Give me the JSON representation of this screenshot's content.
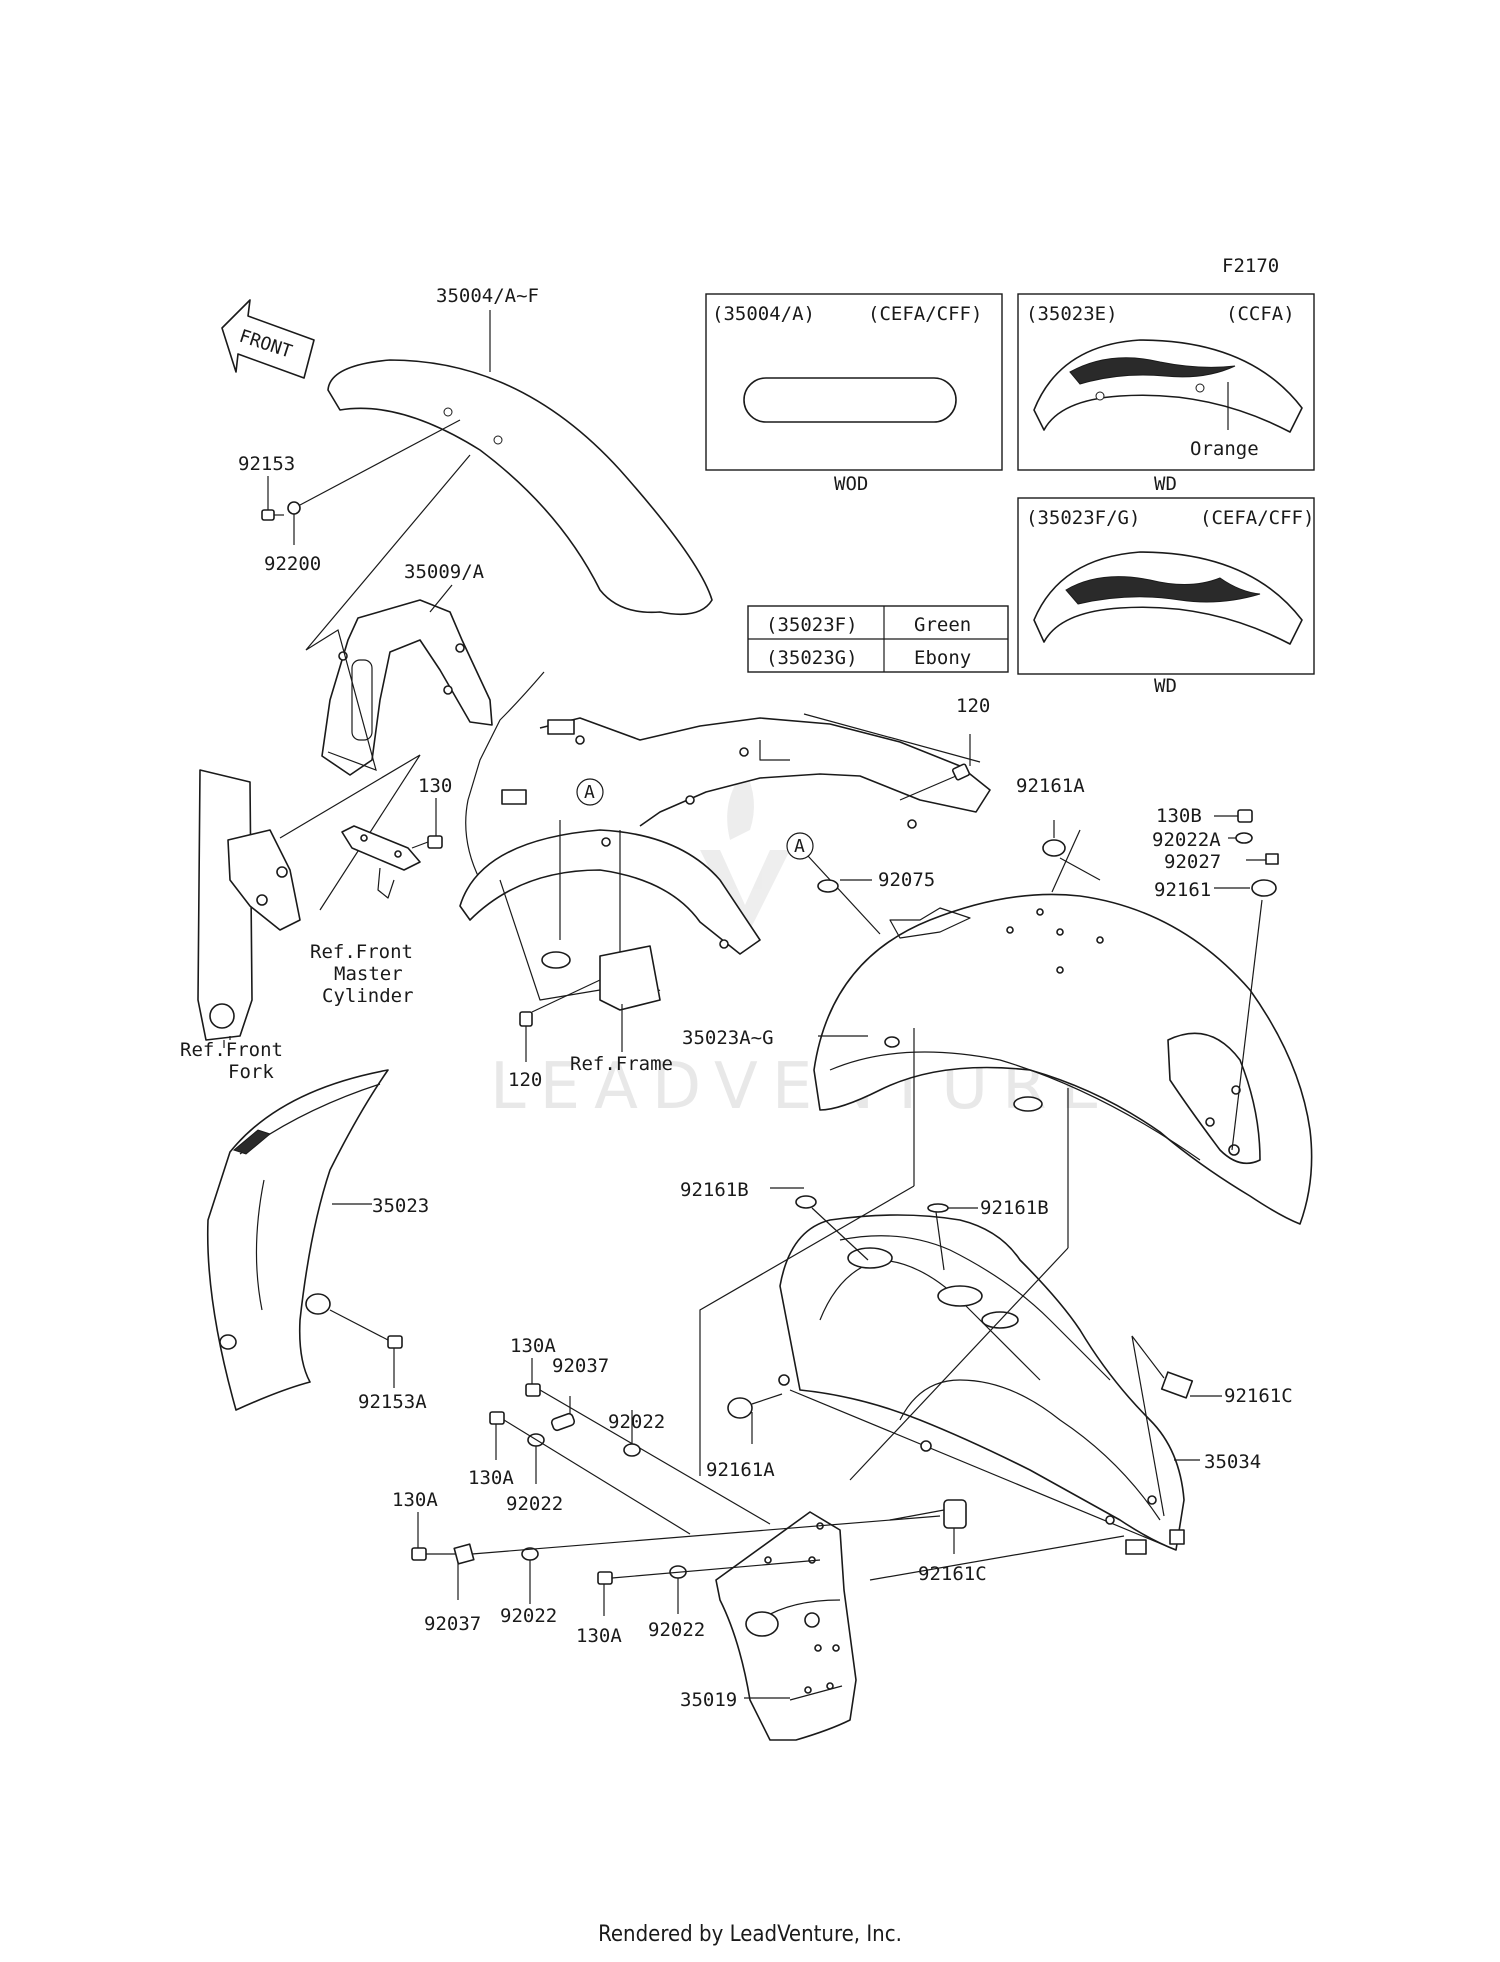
{
  "diagram": {
    "figure_code": "F2170",
    "front_arrow_label": "FRONT",
    "watermark": "LEADVENTURE",
    "part_labels": {
      "p35004_AF": "35004/A~F",
      "p92153": "92153",
      "p92200": "92200",
      "p35009_A": "35009/A",
      "p130": "130",
      "ref_front_master_1": "Ref.Front",
      "ref_front_master_2": "Master",
      "ref_front_master_3": "Cylinder",
      "ref_front_fork_1": "Ref.Front",
      "ref_front_fork_2": "Fork",
      "p120_top": "120",
      "p120_bottom": "120",
      "ref_frame": "Ref.Frame",
      "p92161A_top": "92161A",
      "p130B": "130B",
      "p92022A": "92022A",
      "p92027": "92027",
      "p92161": "92161",
      "p92075": "92075",
      "circle_a_1": "A",
      "circle_a_2": "A",
      "p35023A_G": "35023A~G",
      "p35023": "35023",
      "p92153A": "92153A",
      "p92161B_left": "92161B",
      "p92161B_right": "92161B",
      "p92161C_right": "92161C",
      "p35034": "35034",
      "p92161A_bottom": "92161A",
      "p92161C_bottom": "92161C",
      "p130A_1": "130A",
      "p92037_1": "92037",
      "p92022_1": "92022",
      "p130A_2": "130A",
      "p92022_2": "92022",
      "p130A_3": "130A",
      "p92037_2": "92037",
      "p92022_3": "92022",
      "p130A_4": "130A",
      "p92022_4": "92022",
      "p35019": "35019"
    },
    "inset_boxes": {
      "box1": {
        "part": "(35004/A)",
        "code": "(CEFA/CFF)",
        "caption": "WOD"
      },
      "box2": {
        "part": "(35023E)",
        "code": "(CCFA)",
        "color_label": "Orange",
        "caption": "WD"
      },
      "box3": {
        "part": "(35023F/G)",
        "code": "(CEFA/CFF)",
        "caption": "WD"
      }
    },
    "color_table": {
      "rows": [
        {
          "part": "(35023F)",
          "color": "Green"
        },
        {
          "part": "(35023G)",
          "color": "Ebony"
        }
      ]
    }
  },
  "footer": {
    "text": "Rendered by LeadVenture, Inc."
  }
}
